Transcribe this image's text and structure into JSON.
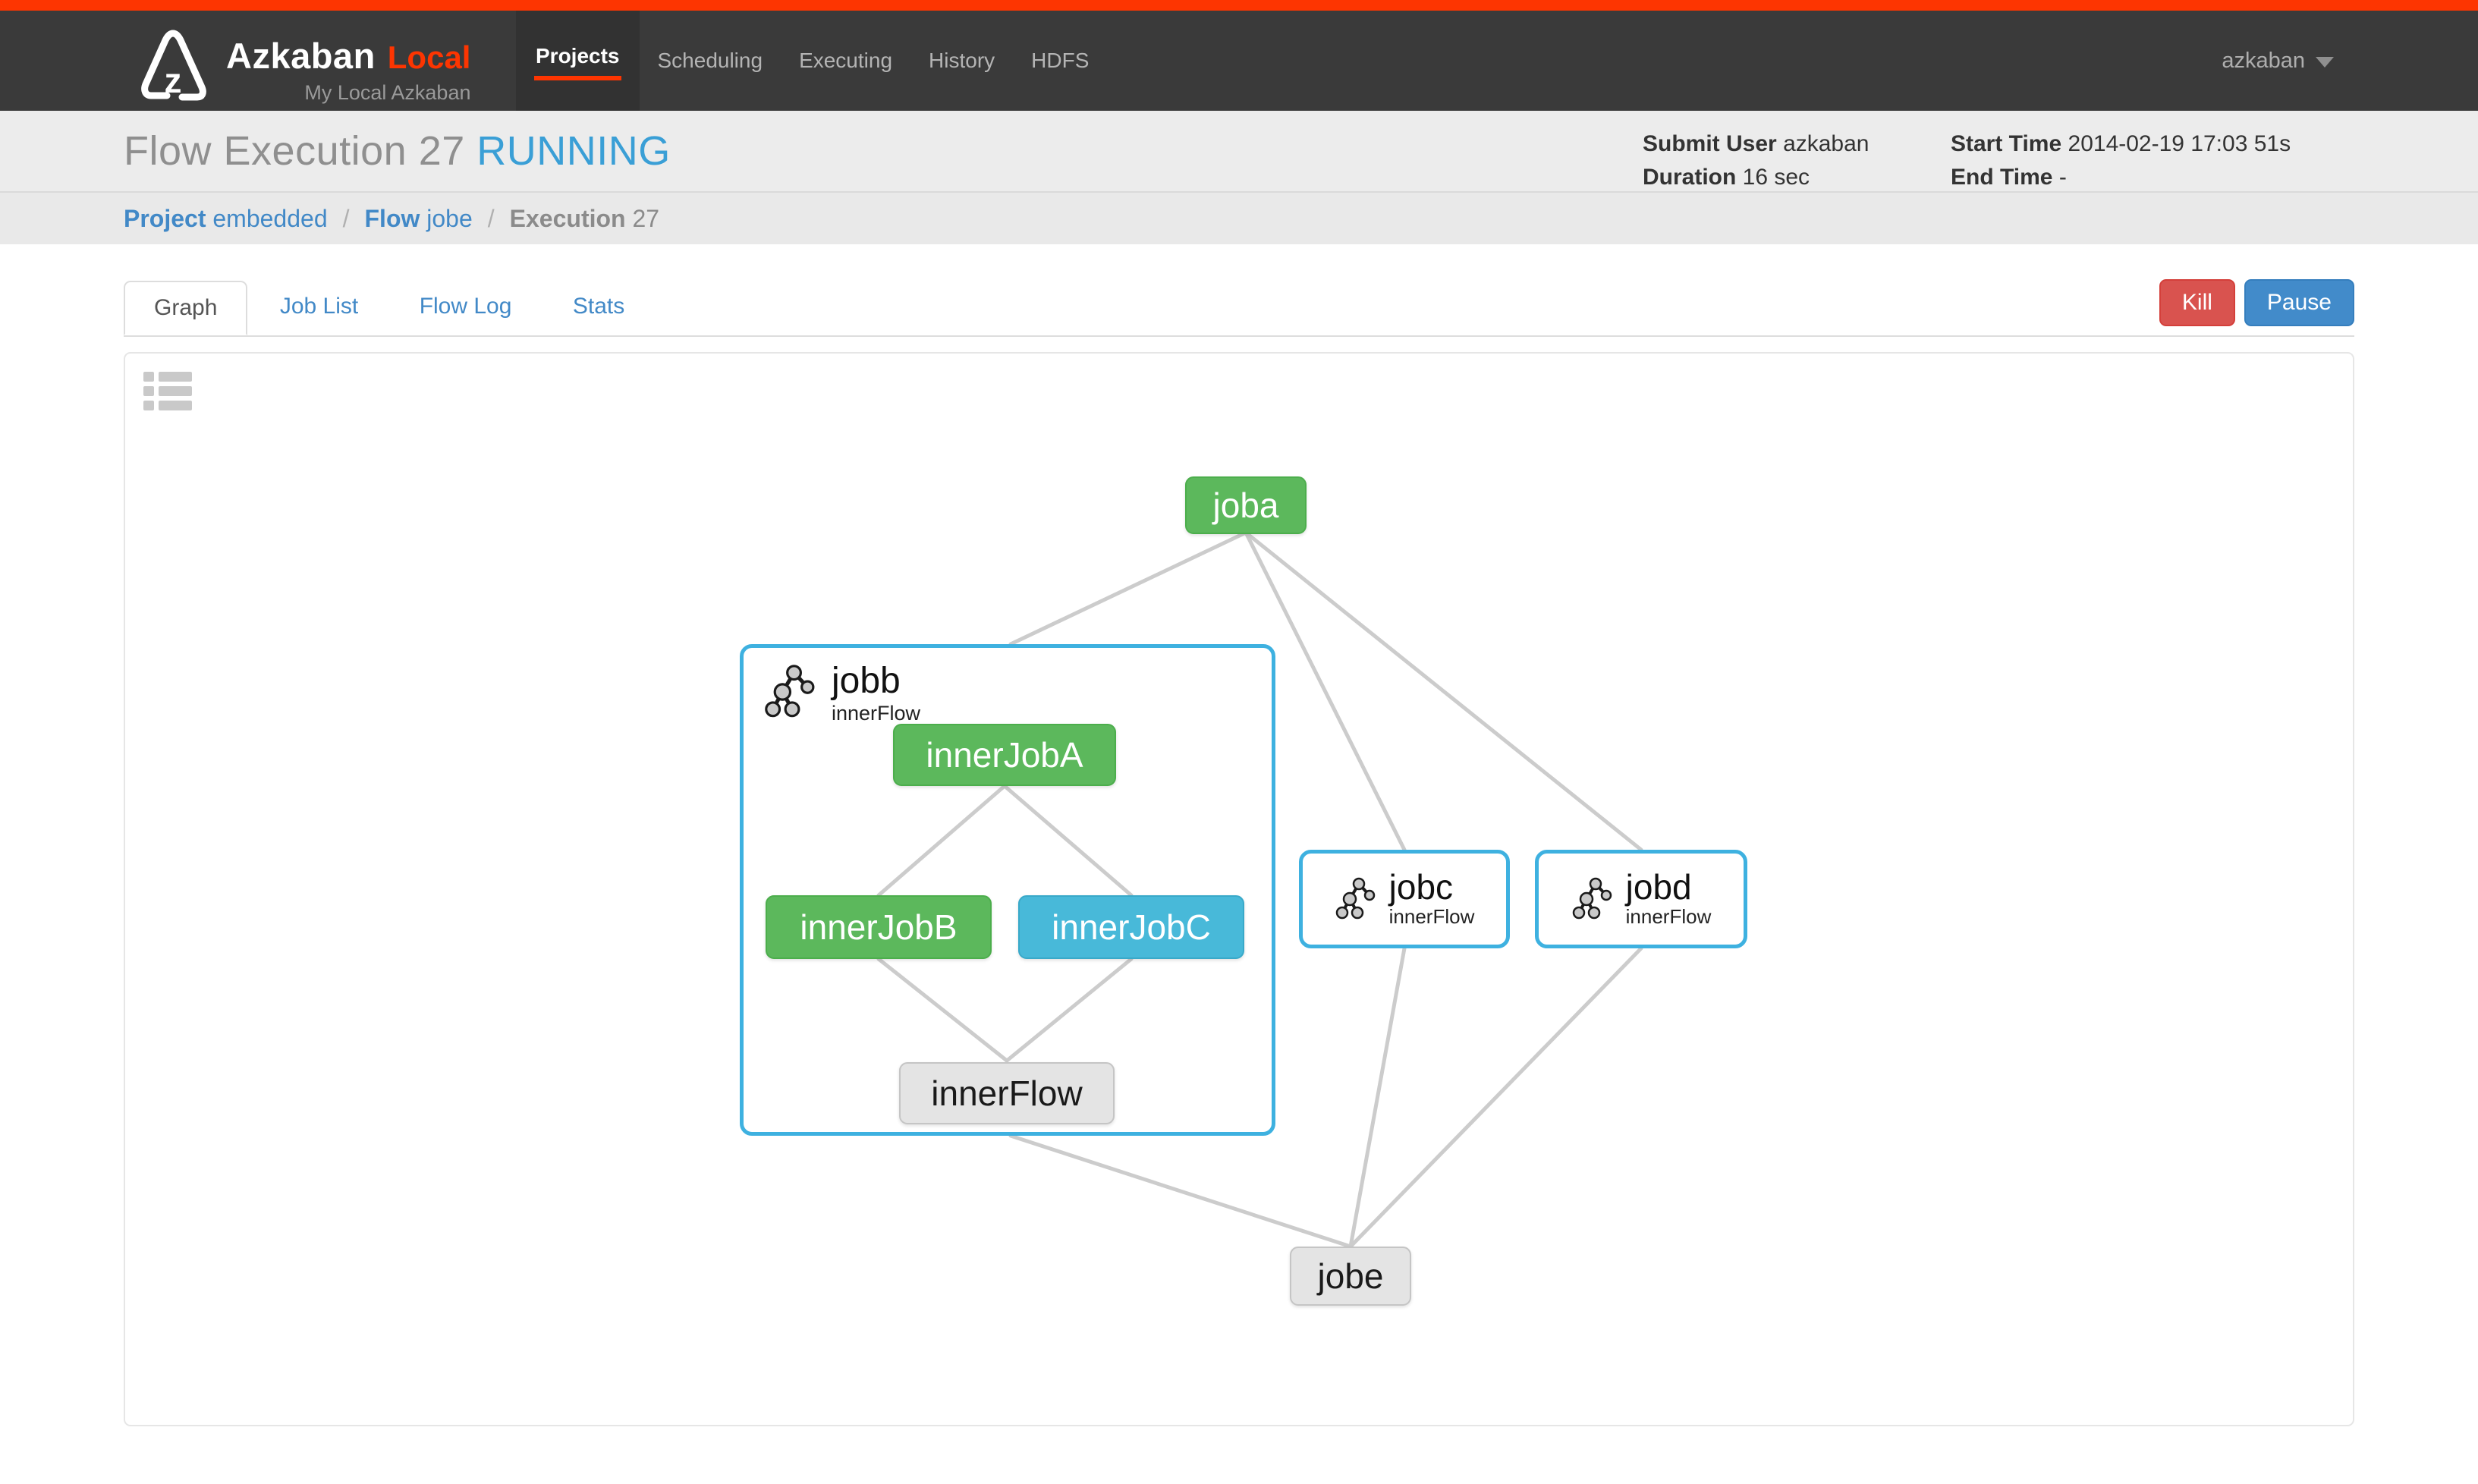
{
  "navbar": {
    "brand": "Azkaban",
    "brand_suffix": "Local",
    "brand_subtitle": "My Local Azkaban",
    "items": [
      {
        "label": "Projects"
      },
      {
        "label": "Scheduling"
      },
      {
        "label": "Executing"
      },
      {
        "label": "History"
      },
      {
        "label": "HDFS"
      }
    ],
    "user": "azkaban"
  },
  "header": {
    "title": "Flow Execution",
    "execution_number": "27",
    "status": "RUNNING",
    "submit_user_label": "Submit User",
    "submit_user": "azkaban",
    "duration_label": "Duration",
    "duration": "16 sec",
    "start_time_label": "Start Time",
    "start_time": "2014-02-19 17:03 51s",
    "end_time_label": "End Time",
    "end_time": "-"
  },
  "breadcrumb": {
    "project_label": "Project",
    "project_value": "embedded",
    "flow_label": "Flow",
    "flow_value": "jobe",
    "execution_label": "Execution",
    "execution_value": "27",
    "separator": "/"
  },
  "tabs": [
    {
      "label": "Graph"
    },
    {
      "label": "Job List"
    },
    {
      "label": "Flow Log"
    },
    {
      "label": "Stats"
    }
  ],
  "actions": {
    "kill_label": "Kill",
    "pause_label": "Pause"
  },
  "graph": {
    "nodes": {
      "joba": {
        "label": "joba",
        "status": "success"
      },
      "jobb": {
        "label": "jobb",
        "subtitle": "innerFlow",
        "type": "embedded-flow"
      },
      "innerJobA": {
        "label": "innerJobA",
        "status": "success"
      },
      "innerJobB": {
        "label": "innerJobB",
        "status": "success"
      },
      "innerJobC": {
        "label": "innerJobC",
        "status": "running"
      },
      "innerFlow": {
        "label": "innerFlow",
        "status": "ready"
      },
      "jobc": {
        "label": "jobc",
        "subtitle": "innerFlow",
        "type": "embedded-flow"
      },
      "jobd": {
        "label": "jobd",
        "subtitle": "innerFlow",
        "type": "embedded-flow"
      },
      "jobe": {
        "label": "jobe",
        "status": "ready"
      }
    }
  },
  "colors": {
    "accent_orange": "#fd3501",
    "navbar_dark": "#3a3a3a",
    "success_green": "#5cb85c",
    "running_blue": "#48b9d9",
    "ready_gray": "#e4e4e4",
    "embedded_border_blue": "#3eb1e0",
    "status_running_blue": "#3a9fd6",
    "link_blue": "#428bca",
    "kill_red": "#d9534f",
    "edge_gray": "#cccccc"
  }
}
